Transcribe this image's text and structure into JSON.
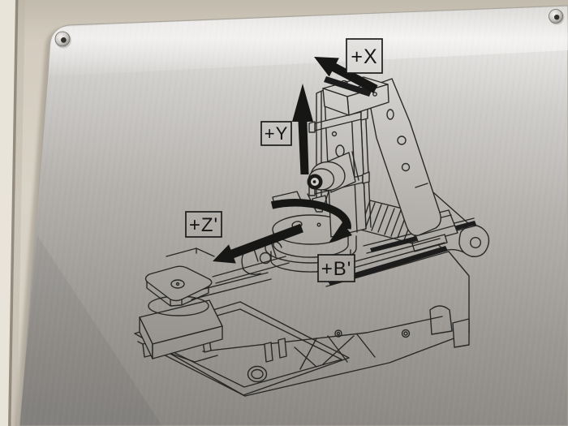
{
  "scene": {
    "caption": "Brushed-metal plate engraved with a CNC machine axis-direction diagram, mounted on a beige machine cabinet panel"
  },
  "plate": {
    "labels": {
      "x_axis": "+X",
      "y_axis": "+Y",
      "z_axis": "+Z'",
      "b_axis": "+B'"
    },
    "screws": [
      "socket-button-screw-top-left",
      "socket-button-screw-top-right"
    ],
    "icons": {
      "x_arrow": "thick-arrow-up-left",
      "y_arrow": "thick-arrow-up",
      "z_arrow": "thick-arrow-down-left",
      "b_arrow": "curved-rotation-arrow"
    },
    "colors": {
      "cabinet_panel": "#d6cfc3",
      "cabinet_edge_strip": "#e9e4da",
      "plate_highlight": "#e8e6e3",
      "plate_mid": "#b6b3af",
      "plate_shadow": "#8e8b86",
      "engraving": "#1c1c1c"
    }
  }
}
